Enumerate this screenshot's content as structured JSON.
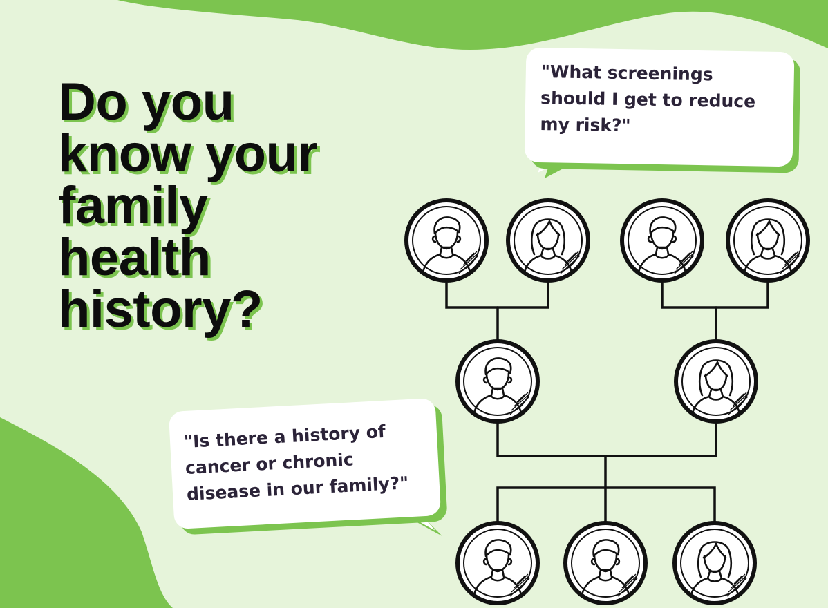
{
  "headline": {
    "lines": [
      "Do you",
      "know your",
      "family",
      "health",
      "history?"
    ]
  },
  "bubbles": [
    {
      "lines": [
        "\"What screenings",
        "should I get to reduce",
        "my risk?\""
      ]
    },
    {
      "lines": [
        "\"Is there a history of",
        "cancer or chronic",
        "disease in our family?\""
      ]
    }
  ],
  "family_tree": {
    "generations": [
      {
        "members": [
          "male",
          "female",
          "male",
          "female"
        ]
      },
      {
        "members": [
          "male",
          "female"
        ]
      },
      {
        "members": [
          "male",
          "male",
          "female"
        ]
      }
    ]
  },
  "colors": {
    "background": "#e6f4da",
    "accent_green": "#7cc44f",
    "text_dark": "#0d0d0d",
    "bubble_text": "#2b2338"
  },
  "icons": [
    "male-person-icon",
    "female-person-icon"
  ]
}
